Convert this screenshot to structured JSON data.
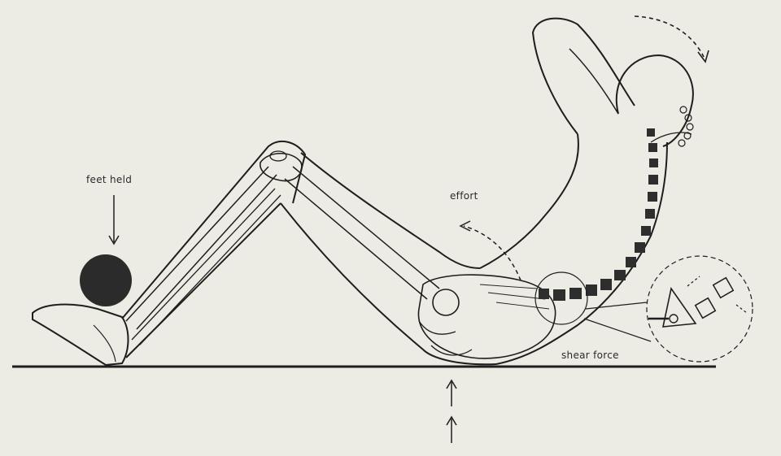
{
  "labels": {
    "feet_held": "feet held",
    "effort": "effort",
    "shear_force": "shear force"
  },
  "colors": {
    "paper": "#ecebe4",
    "ink": "#1e1e1e",
    "ball": "#2b2b2b",
    "vertebra": "#2e2e2e"
  }
}
